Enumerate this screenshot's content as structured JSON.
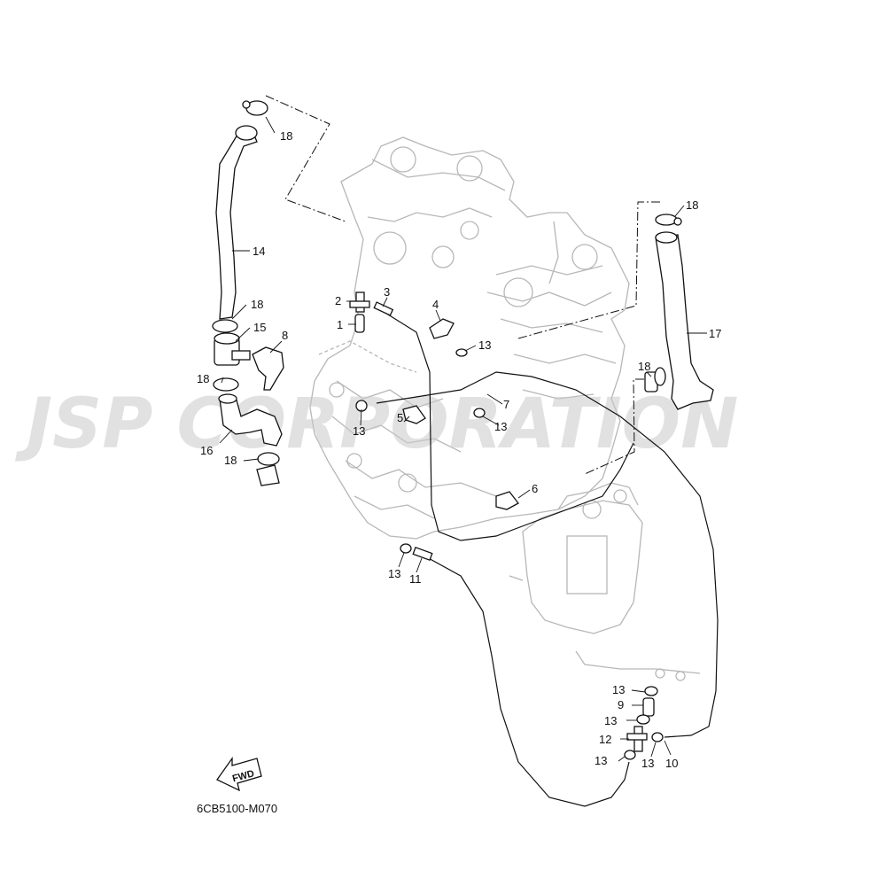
{
  "watermark": "JSP CORPORATION",
  "diagram_code": "6CB5100-M070",
  "fwd_label": "FWD",
  "callouts": {
    "c1": "1",
    "c2": "2",
    "c3": "3",
    "c4": "4",
    "c5": "5",
    "c6": "6",
    "c7": "7",
    "c8": "8",
    "c9": "9",
    "c10": "10",
    "c11": "11",
    "c12": "12",
    "c13": "13",
    "c14": "14",
    "c15": "15",
    "c16": "16",
    "c17": "17",
    "c18": "18"
  },
  "colors": {
    "line": "#111111",
    "engine_outline": "#b7b7b7",
    "watermark": "#c9c9c9",
    "background": "#ffffff"
  }
}
